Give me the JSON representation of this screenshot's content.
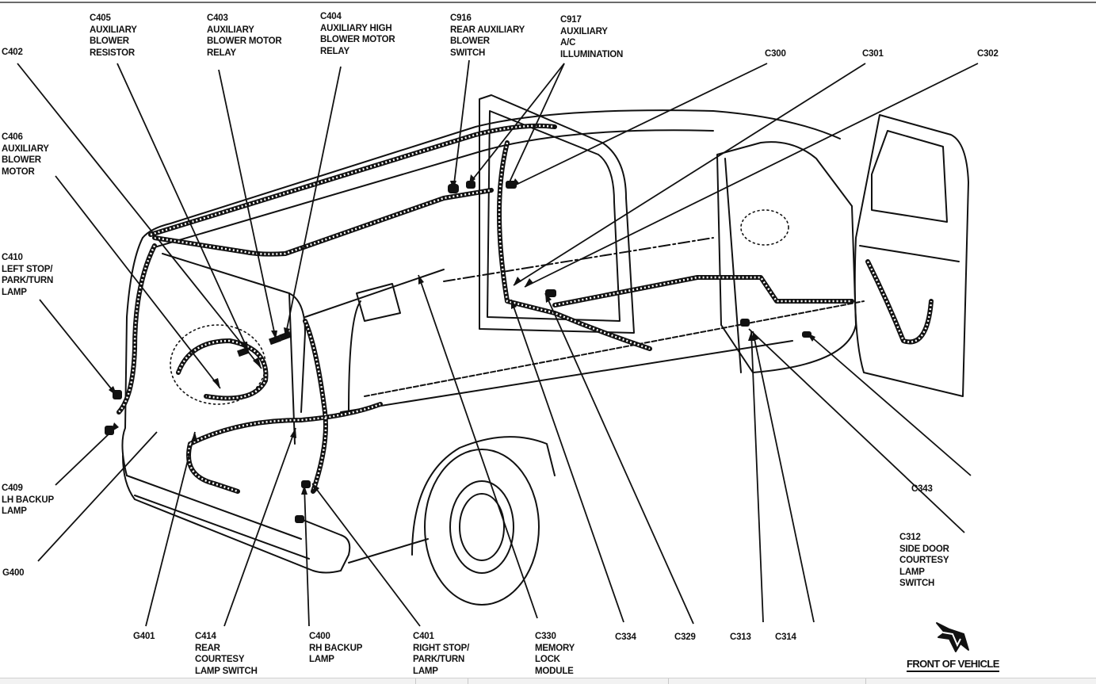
{
  "diagram": {
    "title_note": "Rear / side wiring harness connector locations",
    "orientation_label": "FRONT OF VEHICLE",
    "orientation_icon": "front-direction-arrow-icon",
    "colors": {
      "ink": "#111111",
      "paper": "#ffffff",
      "rule": "#6b6b6b"
    },
    "callouts": {
      "c402": {
        "id": "C402",
        "lines": []
      },
      "c405": {
        "id": "C405",
        "lines": [
          "AUXILIARY",
          "BLOWER",
          "RESISTOR"
        ]
      },
      "c403": {
        "id": "C403",
        "lines": [
          "AUXILIARY",
          "BLOWER MOTOR",
          "RELAY"
        ]
      },
      "c404": {
        "id": "C404",
        "lines": [
          "AUXILIARY HIGH",
          "BLOWER MOTOR",
          "RELAY"
        ]
      },
      "c916": {
        "id": "C916",
        "lines": [
          "REAR AUXILIARY",
          "BLOWER",
          "SWITCH"
        ]
      },
      "c917": {
        "id": "C917",
        "lines": [
          "AUXILIARY",
          "A/C",
          "ILLUMINATION"
        ]
      },
      "c300": {
        "id": "C300",
        "lines": []
      },
      "c301": {
        "id": "C301",
        "lines": []
      },
      "c302": {
        "id": "C302",
        "lines": []
      },
      "c406": {
        "id": "C406",
        "lines": [
          "AUXILIARY",
          "BLOWER",
          "MOTOR"
        ]
      },
      "c410": {
        "id": "C410",
        "lines": [
          "LEFT STOP/",
          "PARK/TURN",
          "LAMP"
        ]
      },
      "c409": {
        "id": "C409",
        "lines": [
          "LH BACKUP",
          "LAMP"
        ]
      },
      "g400": {
        "id": "G400",
        "lines": []
      },
      "g401": {
        "id": "G401",
        "lines": []
      },
      "c414": {
        "id": "C414",
        "lines": [
          "REAR",
          "COURTESY",
          "LAMP SWITCH"
        ]
      },
      "c400": {
        "id": "C400",
        "lines": [
          "RH BACKUP",
          "LAMP"
        ]
      },
      "c401": {
        "id": "C401",
        "lines": [
          "RIGHT STOP/",
          "PARK/TURN",
          "LAMP"
        ]
      },
      "c330": {
        "id": "C330",
        "lines": [
          "MEMORY",
          "LOCK",
          "MODULE"
        ]
      },
      "c334": {
        "id": "C334",
        "lines": []
      },
      "c329": {
        "id": "C329",
        "lines": []
      },
      "c313": {
        "id": "C313",
        "lines": []
      },
      "c314": {
        "id": "C314",
        "lines": []
      },
      "c343": {
        "id": "C343",
        "lines": []
      },
      "c312": {
        "id": "C312",
        "lines": [
          "SIDE DOOR",
          "COURTESY",
          "LAMP",
          "SWITCH"
        ]
      }
    }
  }
}
